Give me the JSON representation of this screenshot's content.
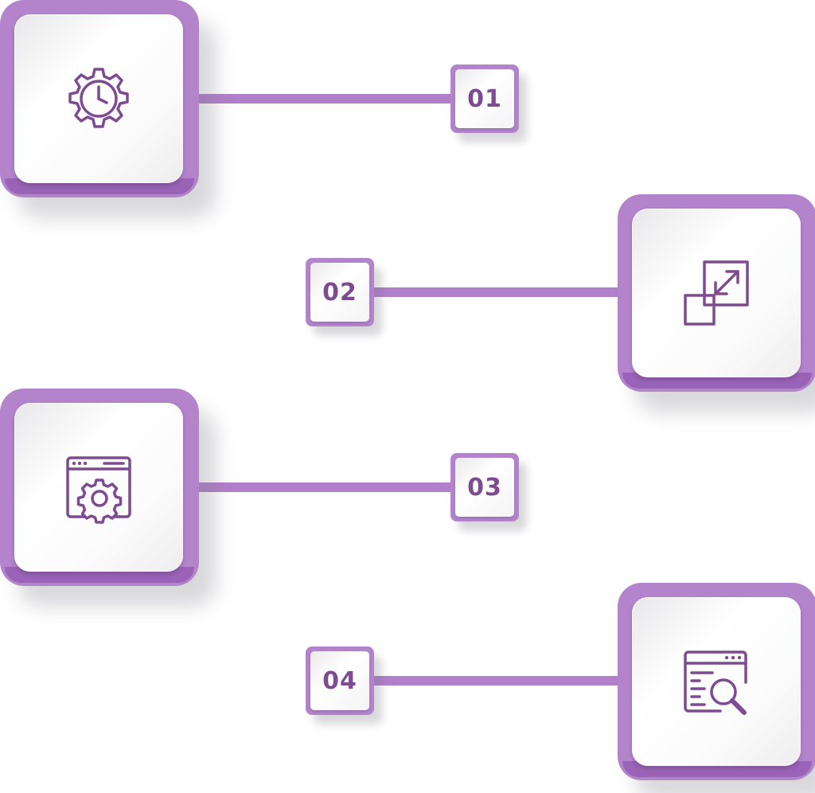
{
  "accent_color": "#b384cc",
  "icon_color": "#7e4b92",
  "steps": [
    {
      "number": "01",
      "icon": "gear-clock-icon"
    },
    {
      "number": "02",
      "icon": "resize-icon"
    },
    {
      "number": "03",
      "icon": "browser-settings-icon"
    },
    {
      "number": "04",
      "icon": "browser-search-icon"
    }
  ]
}
